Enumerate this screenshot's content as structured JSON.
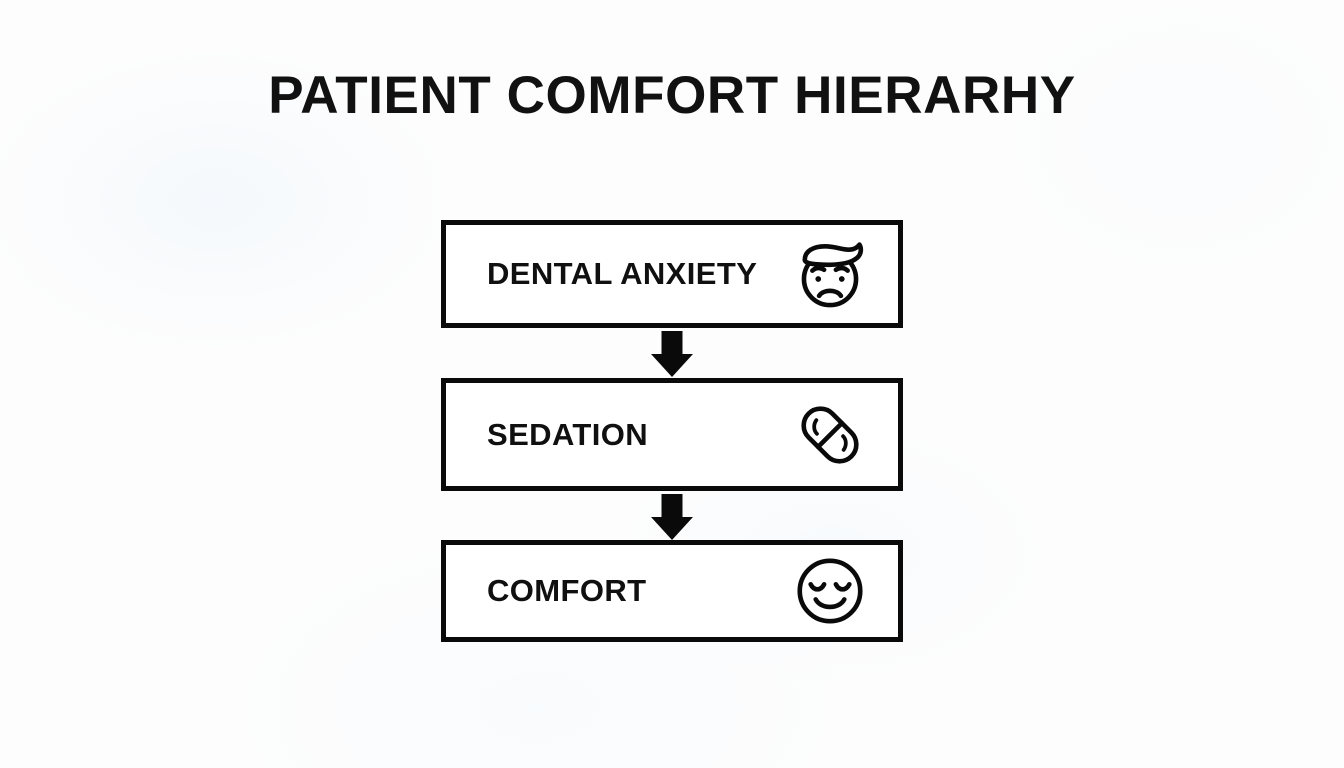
{
  "page": {
    "title": "PATIENT COMFORT HIERARHY",
    "background_color": "#fdfdfd",
    "ink_color": "#0a0a0a"
  },
  "diagram": {
    "type": "flowchart-vertical",
    "orientation": "top-to-bottom",
    "steps": [
      {
        "label": "DENTAL ANXIETY",
        "icon": "anxious-face-icon",
        "order": 1
      },
      {
        "label": "SEDATION",
        "icon": "pill-capsule-icon",
        "order": 2
      },
      {
        "label": "COMFORT",
        "icon": "relaxed-smiling-face-icon",
        "order": 3
      }
    ],
    "connectors": [
      {
        "icon": "down-arrow-icon",
        "from": "DENTAL ANXIETY",
        "to": "SEDATION"
      },
      {
        "icon": "down-arrow-icon",
        "from": "SEDATION",
        "to": "COMFORT"
      }
    ]
  }
}
